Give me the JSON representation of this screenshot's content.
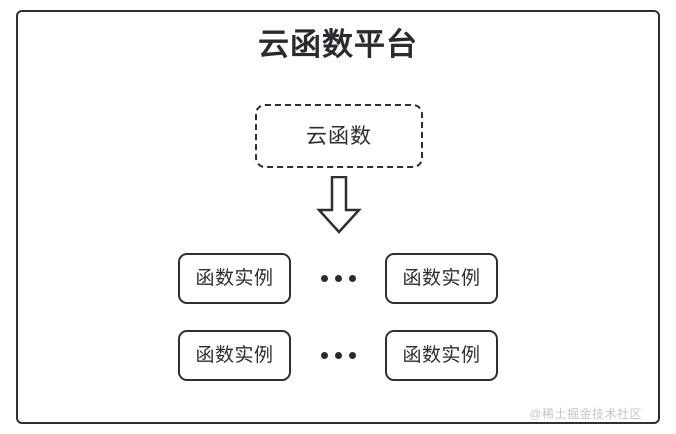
{
  "diagram": {
    "type": "architecture-block-diagram",
    "title": "云函数平台",
    "frame_color": "#2f2f33",
    "text_color": "#2d2d31",
    "background": "#ffffff",
    "cloud_function": {
      "label": "云函数",
      "border_style": "dashed"
    },
    "arrow": {
      "name": "down-arrow",
      "direction": "down",
      "style": "hollow-outline"
    },
    "rows": [
      {
        "left_instance": "函数实例",
        "ellipsis": "•••",
        "right_instance": "函数实例"
      },
      {
        "left_instance": "函数实例",
        "ellipsis": "•••",
        "right_instance": "函数实例"
      }
    ],
    "watermark": "@稀土掘金技术社区"
  }
}
